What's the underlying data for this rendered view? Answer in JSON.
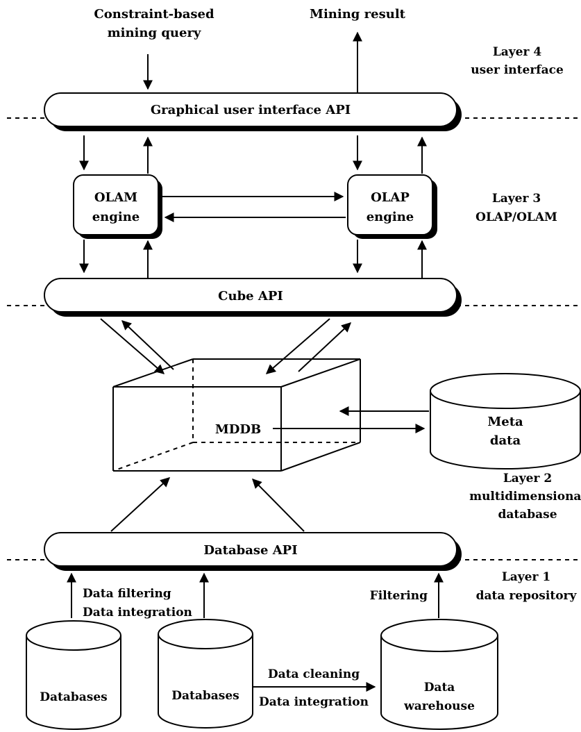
{
  "input": {
    "query_line1": "Constraint-based",
    "query_line2": "mining query",
    "result": "Mining result"
  },
  "layers": {
    "l4_title": "Layer 4",
    "l4_sub": "user interface",
    "l3_title": "Layer 3",
    "l3_sub": "OLAP/OLAM",
    "l2_title": "Layer 2",
    "l2_sub1": "multidimensional",
    "l2_sub2": "database",
    "l1_title": "Layer 1",
    "l1_sub": "data repository"
  },
  "apis": {
    "gui": "Graphical user interface API",
    "cube": "Cube API",
    "database": "Database API"
  },
  "engines": {
    "olam_1": "OLAM",
    "olam_2": "engine",
    "olap_1": "OLAP",
    "olap_2": "engine"
  },
  "mddb": "MDDB",
  "metadata": {
    "line1": "Meta",
    "line2": "data"
  },
  "layer1": {
    "filter_1": "Data filtering",
    "filter_2": "Data integration",
    "filtering": "Filtering",
    "cleaning": "Data cleaning",
    "integration": "Data integration",
    "db1": "Databases",
    "db2": "Databases",
    "dw_1": "Data",
    "dw_2": "warehouse"
  }
}
